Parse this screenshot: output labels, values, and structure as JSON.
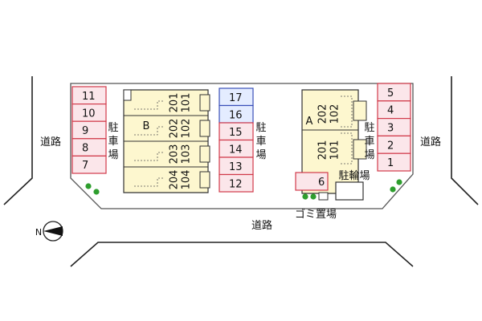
{
  "roads": {
    "road_label": "道路"
  },
  "parking": {
    "label_chars": [
      "駐",
      "車",
      "場"
    ]
  },
  "bike_parking": {
    "label": "駐輪場"
  },
  "garbage": {
    "label": "ゴミ置場"
  },
  "compass": {
    "letter": "N"
  },
  "building_b": {
    "name": "B",
    "rooms": [
      [
        "201",
        "101"
      ],
      [
        "202",
        "102"
      ],
      [
        "203",
        "103"
      ],
      [
        "204",
        "104"
      ]
    ]
  },
  "building_a": {
    "name": "A",
    "rooms": [
      [
        "202",
        "102"
      ],
      [
        "201",
        "101"
      ]
    ]
  },
  "parking_left": {
    "spaces": [
      "11",
      "10",
      "9",
      "8",
      "7"
    ]
  },
  "parking_center": {
    "spaces": [
      "17",
      "16",
      "15",
      "14",
      "13",
      "12"
    ]
  },
  "parking_right": {
    "spaces": [
      "5",
      "4",
      "3",
      "2",
      "1"
    ]
  },
  "parking_lone": {
    "space": "6"
  },
  "colors": {
    "parking_red": "#d13a4a",
    "parking_red_fill": "#fbe6ea",
    "parking_blue": "#3a4fb8",
    "parking_blue_fill": "#e4ecff",
    "building_fill": "#fdf7cf",
    "tree_green": "#2e9e2e"
  }
}
